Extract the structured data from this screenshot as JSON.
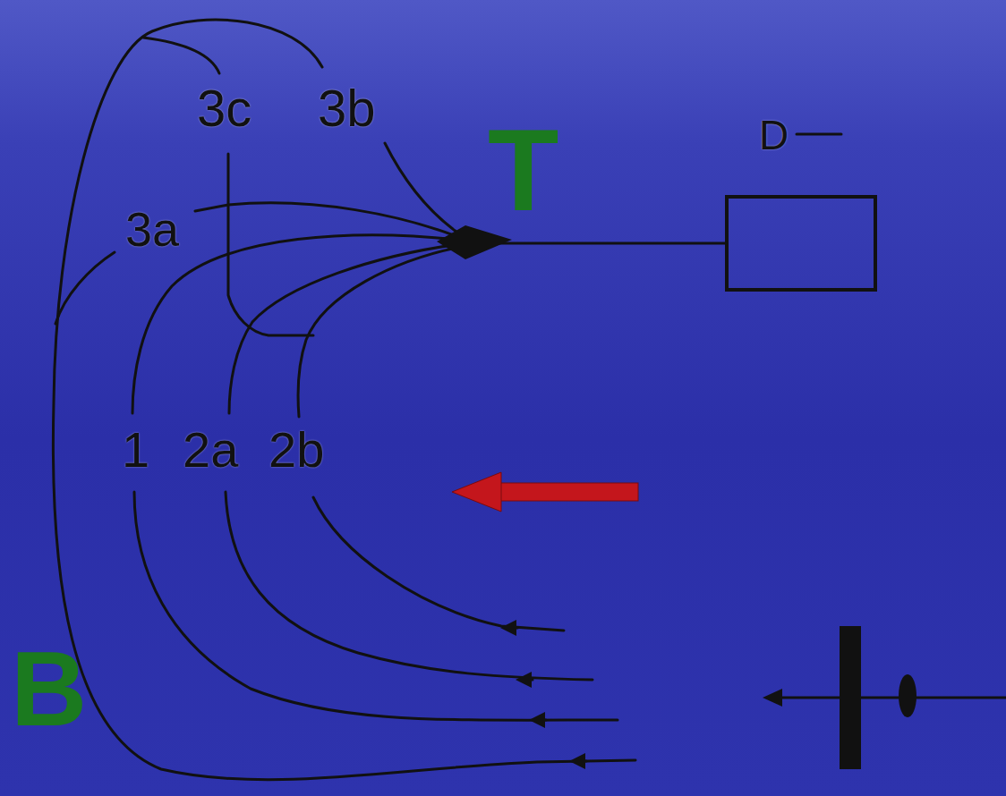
{
  "diagram": {
    "labels": [
      "3c",
      "3b",
      "T",
      "D",
      "3a",
      "1",
      "2a",
      "2b",
      "B"
    ]
  }
}
